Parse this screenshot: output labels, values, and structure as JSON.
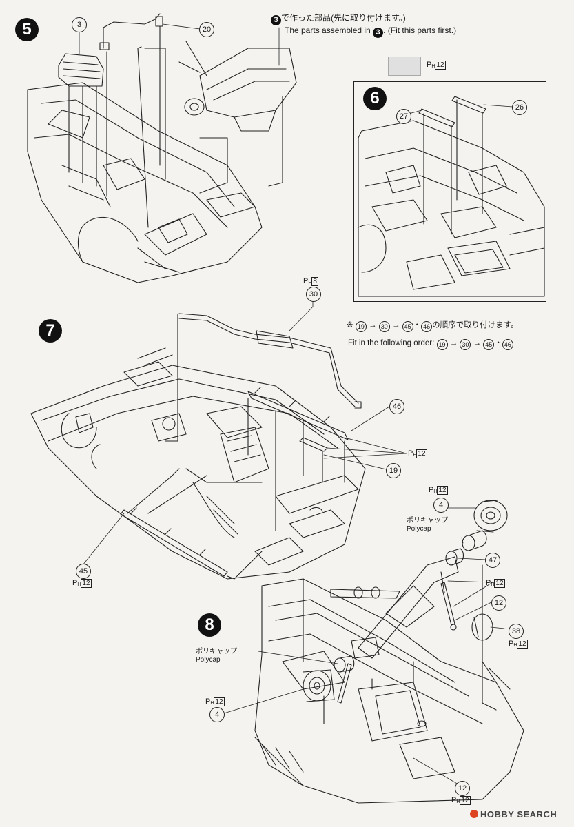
{
  "step5": {
    "badge": "5",
    "parts": {
      "p3": "3",
      "p20": "20"
    },
    "note_jp": "で作った部品(先に取り付けます。)",
    "note_en_before": "The parts assembled in",
    "note_en_after": ". (Fit this parts first.)",
    "note_ref": "3"
  },
  "step6": {
    "badge": "6",
    "parts": {
      "p27": "27",
      "p26": "26"
    },
    "ph_label": "P",
    "ph_sub": "H",
    "ph_num": "12",
    "swatch_color": "#e0e0e0"
  },
  "step7": {
    "badge": "7",
    "parts": {
      "p30": "30",
      "p46": "46",
      "p19": "19",
      "p45": "45"
    },
    "ph30": {
      "label": "P",
      "sub": "H",
      "num": "8"
    },
    "ph46": {
      "label": "P",
      "sub": "H",
      "num": "12"
    },
    "ph45": {
      "label": "P",
      "sub": "H",
      "num": "12"
    },
    "order_note_jp_prefix": "※",
    "order_note_jp_suffix": "の順序で取り付けます。",
    "order_note_en": "Fit in the following order:",
    "order": [
      "19",
      "30",
      "45",
      "46"
    ],
    "arrow": "→",
    "dot": "・"
  },
  "step8": {
    "badge": "8",
    "parts": {
      "p4a": "4",
      "p47": "47",
      "p12a": "12",
      "p38": "38",
      "p4b": "4",
      "p12b": "12"
    },
    "polycap_jp": "ポリキャップ",
    "polycap_en": "Polycap",
    "ph4a": {
      "label": "P",
      "sub": "H",
      "num": "12"
    },
    "ph47": {
      "label": "P",
      "sub": "H",
      "num": "12"
    },
    "ph38": {
      "label": "P",
      "sub": "H",
      "num": "12"
    },
    "ph4b": {
      "label": "P",
      "sub": "H",
      "num": "12"
    },
    "ph12b": {
      "label": "P",
      "sub": "H",
      "num": "12"
    }
  },
  "footer": {
    "logo": "HOBBY SEARCH"
  },
  "colors": {
    "ink": "#1a1a1a",
    "paper": "#f4f3f0",
    "accent": "#d42"
  }
}
